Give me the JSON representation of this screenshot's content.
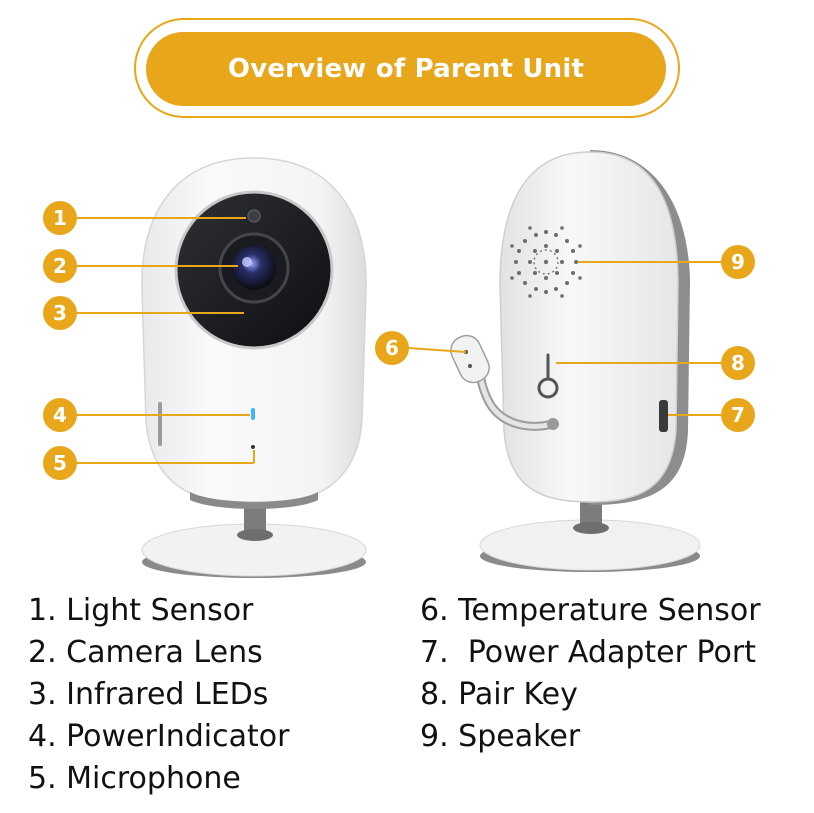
{
  "title": "Overview of Parent Unit",
  "accent_color": "#e8a71b",
  "callouts": [
    {
      "number": "1"
    },
    {
      "number": "2"
    },
    {
      "number": "3"
    },
    {
      "number": "4"
    },
    {
      "number": "5"
    },
    {
      "number": "6"
    },
    {
      "number": "7"
    },
    {
      "number": "8"
    },
    {
      "number": "9"
    }
  ],
  "legend_left": [
    "1. Light Sensor",
    "2. Camera Lens",
    "3. Infrared LEDs",
    "4. PowerIndicator",
    "5. Microphone"
  ],
  "legend_right": [
    "6. Temperature Sensor",
    "7.  Power Adapter Port",
    "8. Pair Key",
    "9. Speaker"
  ]
}
